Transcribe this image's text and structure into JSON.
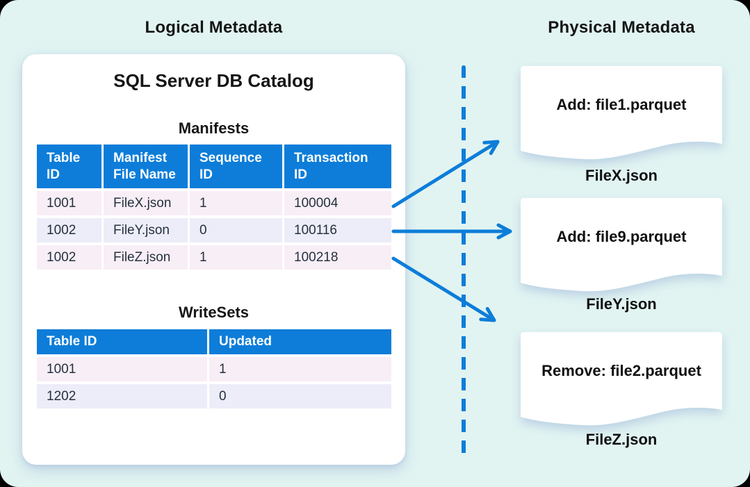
{
  "left_panel": {
    "title": "Logical Metadata",
    "card": {
      "title": "SQL Server DB Catalog",
      "manifests": {
        "title": "Manifests",
        "columns": [
          [
            "Table",
            "ID"
          ],
          [
            "Manifest",
            "File Name"
          ],
          [
            "Sequence",
            "ID"
          ],
          [
            "Transaction",
            "ID"
          ]
        ],
        "rows": [
          [
            "1001",
            "FileX.json",
            "1",
            "100004"
          ],
          [
            "1002",
            "FileY.json",
            "0",
            "100116"
          ],
          [
            "1002",
            "FileZ.json",
            "1",
            "100218"
          ]
        ]
      },
      "writesets": {
        "title": "WriteSets",
        "columns": [
          "Table ID",
          "Updated"
        ],
        "rows": [
          [
            "1001",
            "1"
          ],
          [
            "1202",
            "0"
          ]
        ]
      }
    }
  },
  "right_panel": {
    "title": "Physical Metadata",
    "documents": [
      {
        "content": "Add: file1.parquet",
        "label": "FileX.json"
      },
      {
        "content": "Add: file9.parquet",
        "label": "FileY.json"
      },
      {
        "content": "Remove: file2.parquet",
        "label": "FileZ.json"
      }
    ]
  },
  "colors": {
    "accent_blue": "#0d7dd9",
    "canvas_background": "#e1f4f2",
    "card_background": "#ffffff",
    "row_pink": "#f8eef6",
    "row_lavender": "#ecedf8",
    "table_text": "#25313e",
    "title_text": "#151515"
  }
}
